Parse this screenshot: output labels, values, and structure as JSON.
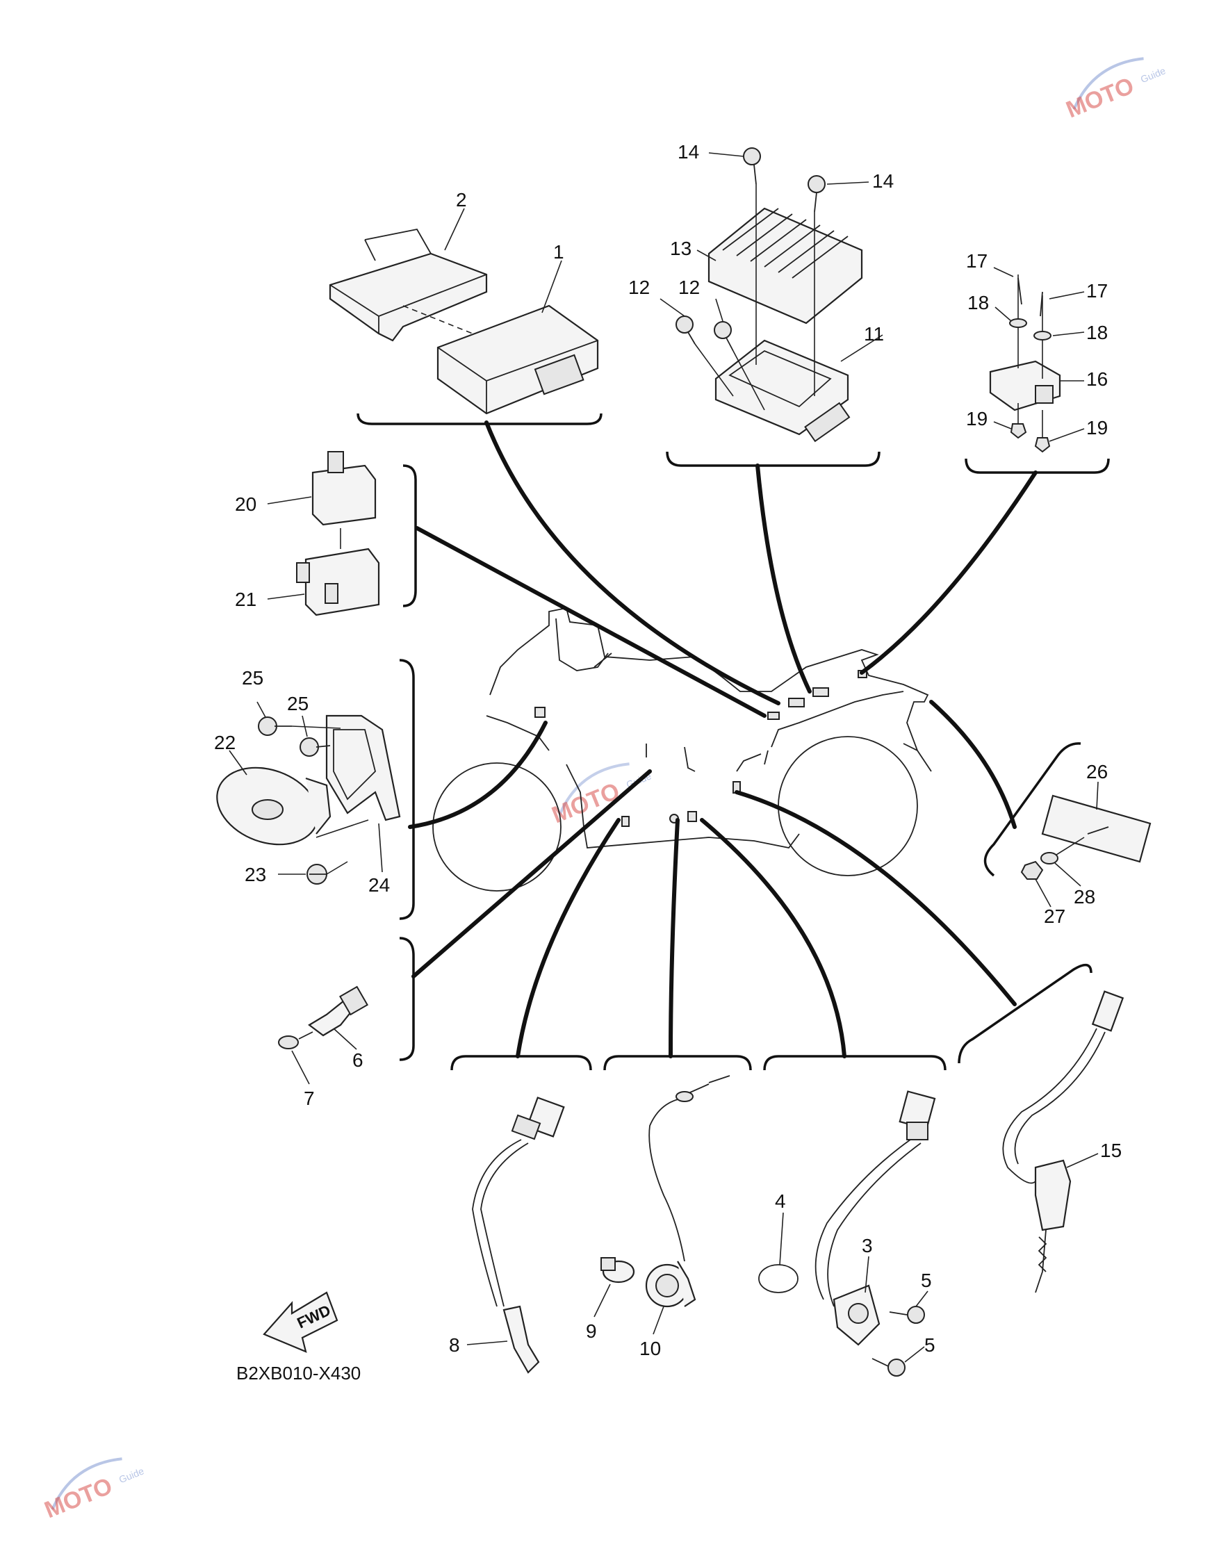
{
  "diagram_code": "B2XB010-X430",
  "fwd_label": "FWD",
  "watermark": {
    "main": "MOTO",
    "sub": "Guide"
  },
  "callouts": [
    {
      "id": "c1",
      "text": "1"
    },
    {
      "id": "c2",
      "text": "2"
    },
    {
      "id": "c3",
      "text": "3"
    },
    {
      "id": "c4",
      "text": "4"
    },
    {
      "id": "c5a",
      "text": "5"
    },
    {
      "id": "c5b",
      "text": "5"
    },
    {
      "id": "c6",
      "text": "6"
    },
    {
      "id": "c7",
      "text": "7"
    },
    {
      "id": "c8",
      "text": "8"
    },
    {
      "id": "c9",
      "text": "9"
    },
    {
      "id": "c10",
      "text": "10"
    },
    {
      "id": "c11",
      "text": "11"
    },
    {
      "id": "c12a",
      "text": "12"
    },
    {
      "id": "c12b",
      "text": "12"
    },
    {
      "id": "c13",
      "text": "13"
    },
    {
      "id": "c14a",
      "text": "14"
    },
    {
      "id": "c14b",
      "text": "14"
    },
    {
      "id": "c15",
      "text": "15"
    },
    {
      "id": "c16",
      "text": "16"
    },
    {
      "id": "c17a",
      "text": "17"
    },
    {
      "id": "c17b",
      "text": "17"
    },
    {
      "id": "c18a",
      "text": "18"
    },
    {
      "id": "c18b",
      "text": "18"
    },
    {
      "id": "c19a",
      "text": "19"
    },
    {
      "id": "c19b",
      "text": "19"
    },
    {
      "id": "c20",
      "text": "20"
    },
    {
      "id": "c21",
      "text": "21"
    },
    {
      "id": "c22",
      "text": "22"
    },
    {
      "id": "c23",
      "text": "23"
    },
    {
      "id": "c24",
      "text": "24"
    },
    {
      "id": "c25a",
      "text": "25"
    },
    {
      "id": "c25b",
      "text": "25"
    },
    {
      "id": "c26",
      "text": "26"
    },
    {
      "id": "c27",
      "text": "27"
    },
    {
      "id": "c28",
      "text": "28"
    }
  ]
}
